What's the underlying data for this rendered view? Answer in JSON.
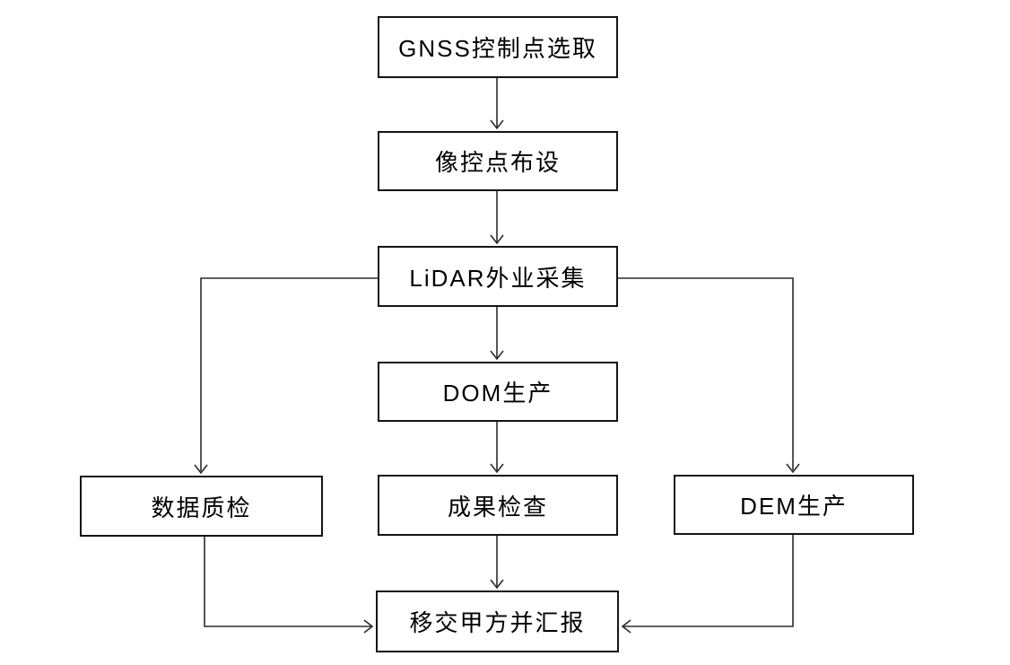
{
  "diagram": {
    "type": "flowchart",
    "background_color": "#ffffff",
    "box_border_color": "#141414",
    "line_color": "#2b2b2b",
    "text_color": "#000000",
    "nodes": [
      {
        "id": "gnss-control-point-selection",
        "label": "GNSS控制点选取"
      },
      {
        "id": "image-control-point-layout",
        "label": "像控点布设"
      },
      {
        "id": "lidar-field-collection",
        "label": "LiDAR外业采集"
      },
      {
        "id": "dom-production",
        "label": "DOM生产"
      },
      {
        "id": "data-quality-check",
        "label": "数据质检"
      },
      {
        "id": "result-inspection",
        "label": "成果检查"
      },
      {
        "id": "dem-production",
        "label": "DEM生产"
      },
      {
        "id": "handover-to-client-and-report",
        "label": "移交甲方并汇报"
      }
    ],
    "edges": [
      {
        "from": "GNSS控制点选取",
        "to": "像控点布设"
      },
      {
        "from": "像控点布设",
        "to": "LiDAR外业采集"
      },
      {
        "from": "LiDAR外业采集",
        "to": "DOM生产"
      },
      {
        "from": "LiDAR外业采集",
        "to": "数据质检"
      },
      {
        "from": "LiDAR外业采集",
        "to": "DEM生产"
      },
      {
        "from": "DOM生产",
        "to": "成果检查"
      },
      {
        "from": "成果检查",
        "to": "移交甲方并汇报"
      },
      {
        "from": "数据质检",
        "to": "移交甲方并汇报"
      },
      {
        "from": "DEM生产",
        "to": "移交甲方并汇报"
      }
    ]
  }
}
